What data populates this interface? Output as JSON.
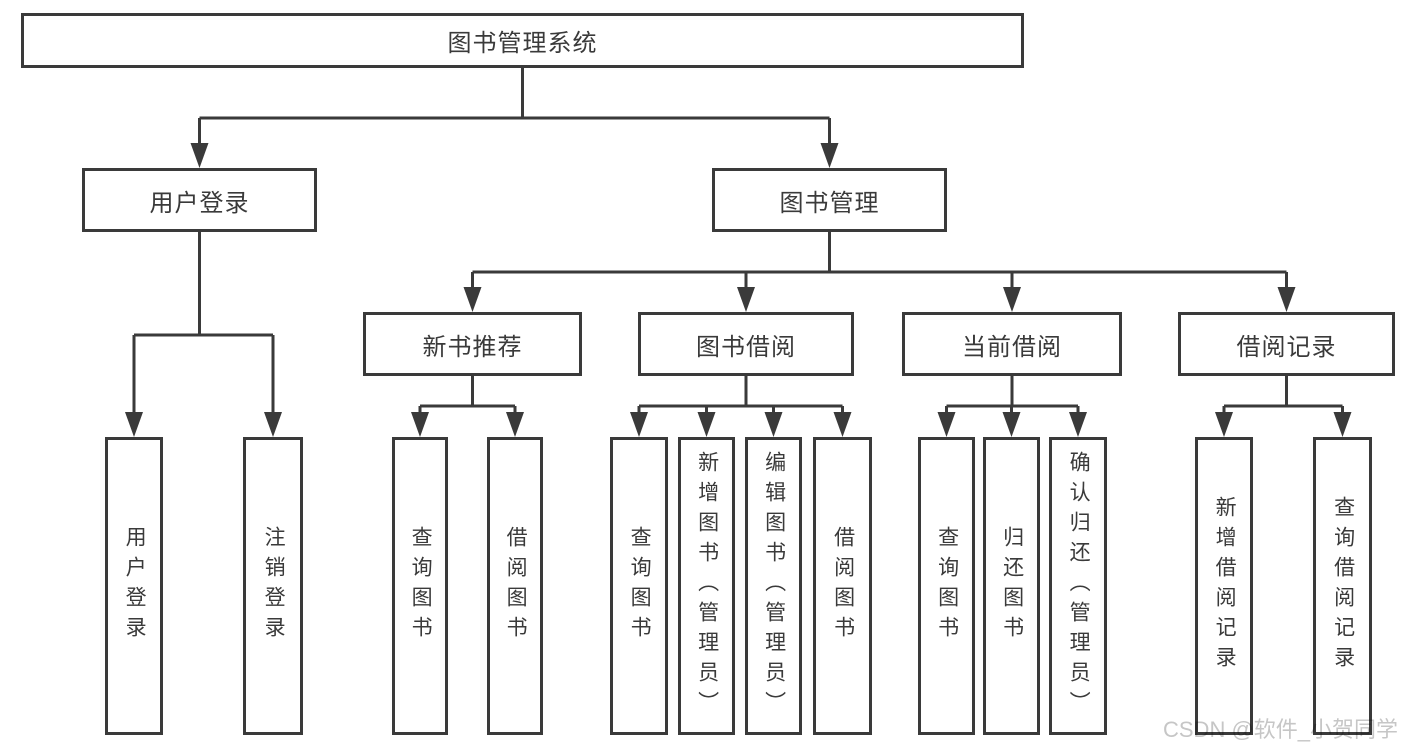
{
  "diagram": {
    "type": "hierarchy-tree",
    "root": {
      "label": "图书管理系统"
    },
    "children": [
      {
        "label": "用户登录",
        "children": [
          {
            "label": "用户登录"
          },
          {
            "label": "注销登录"
          }
        ]
      },
      {
        "label": "图书管理",
        "children": [
          {
            "label": "新书推荐",
            "children": [
              {
                "label": "查询图书"
              },
              {
                "label": "借阅图书"
              }
            ]
          },
          {
            "label": "图书借阅",
            "children": [
              {
                "label": "查询图书"
              },
              {
                "label": "新增图书（管理员）"
              },
              {
                "label": "编辑图书（管理员）"
              },
              {
                "label": "借阅图书"
              }
            ]
          },
          {
            "label": "当前借阅",
            "children": [
              {
                "label": "查询图书"
              },
              {
                "label": "归还图书"
              },
              {
                "label": "确认归还（管理员）"
              }
            ]
          },
          {
            "label": "借阅记录",
            "children": [
              {
                "label": "新增借阅记录"
              },
              {
                "label": "查询借阅记录"
              }
            ]
          }
        ]
      }
    ]
  },
  "watermark": {
    "text": "CSDN @软件_小贺同学",
    "color": "#c6c6c6"
  },
  "colors": {
    "line": "#3a3a3a",
    "box_border": "#3a3a3a",
    "text": "#3a3a3a",
    "background": "#ffffff"
  }
}
